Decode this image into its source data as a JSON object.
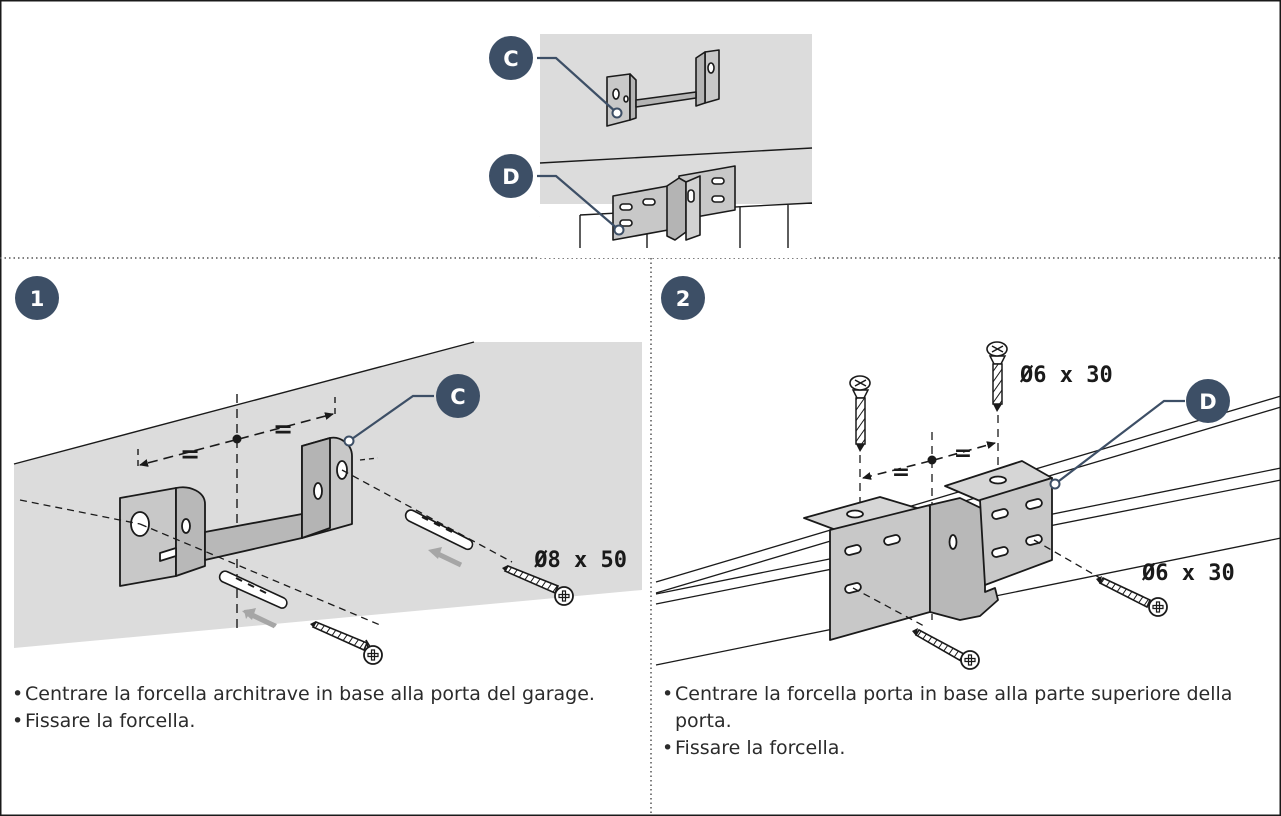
{
  "colors": {
    "badge": "#3d4f66",
    "wall": "#dcdcdc",
    "metal": "#c8c8c8",
    "line": "#1a1a1a",
    "arrow_grey": "#a6a6a6"
  },
  "overview": {
    "label_c": "C",
    "label_d": "D"
  },
  "step1": {
    "number": "1",
    "label_c": "C",
    "equal_left": "=",
    "equal_right": "=",
    "screw_size": "Ø8 x 50",
    "instructions": [
      "Centrare la forcella architrave in base alla porta del garage.",
      "Fissare la forcella."
    ]
  },
  "step2": {
    "number": "2",
    "label_d": "D",
    "equal_left": "=",
    "equal_right": "=",
    "screw_size_top": "Ø6 x 30",
    "screw_size_side": "Ø6 x 30",
    "instructions": [
      "Centrare la forcella porta in base alla parte superiore della porta.",
      "Fissare la forcella."
    ]
  }
}
